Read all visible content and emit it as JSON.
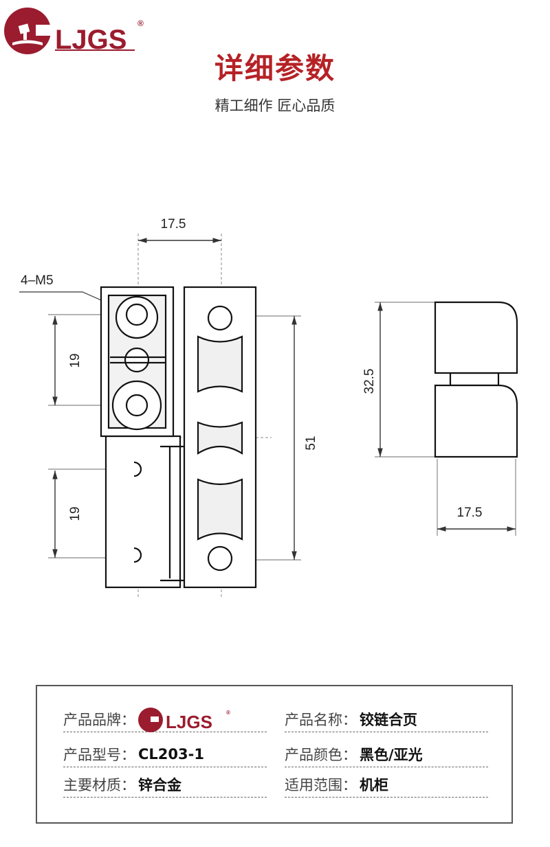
{
  "brand": {
    "name": "LJGS",
    "registered": "®",
    "color": "#9b1c2e"
  },
  "header": {
    "title": "详细参数",
    "subtitle": "精工细作 匠心品质",
    "title_color": "#b52226"
  },
  "drawing": {
    "dims": {
      "top_width": "17.5",
      "hole_label": "4–M5",
      "left_spacing_upper": "19",
      "left_spacing_lower": "19",
      "total_span": "51",
      "side_height": "32.5",
      "side_width": "17.5"
    }
  },
  "specs": {
    "rows": [
      {
        "label": "产品品牌：",
        "value": "LJGS"
      },
      {
        "label": "产品名称：",
        "value": "铰链合页"
      },
      {
        "label": "产品型号：",
        "value": "CL203-1"
      },
      {
        "label": "产品颜色：",
        "value": "黑色/亚光"
      },
      {
        "label": "主要材质：",
        "value": "锌合金"
      },
      {
        "label": "适用范围：",
        "value": "机柜"
      }
    ]
  }
}
